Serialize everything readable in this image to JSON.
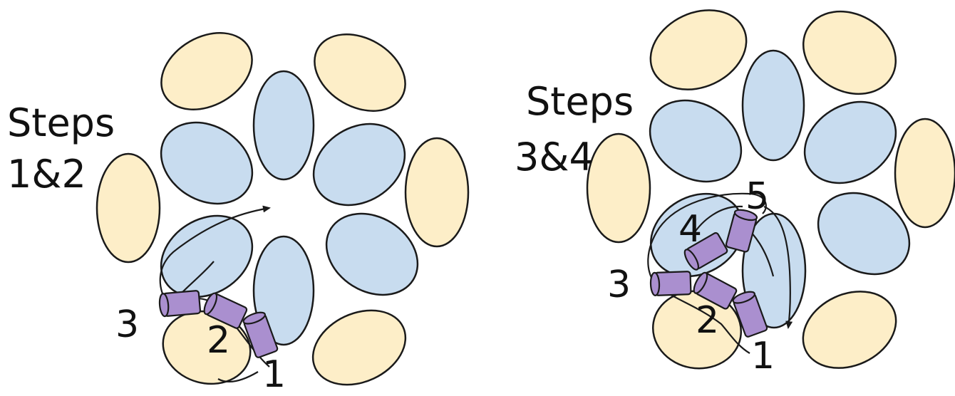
{
  "colors": {
    "petal_yellow": "#fdeec8",
    "petal_blue": "#c8dcef",
    "bead_purple": "#aa8fcf",
    "stroke": "#1a1a1a"
  },
  "panels": [
    {
      "title_line1": "Steps",
      "title_line2": "1&2",
      "step_labels": [
        "3",
        "2",
        "1"
      ]
    },
    {
      "title_line1": "Steps",
      "title_line2": "3&4",
      "step_labels": [
        "5",
        "4",
        "3",
        "2",
        "1"
      ]
    }
  ]
}
